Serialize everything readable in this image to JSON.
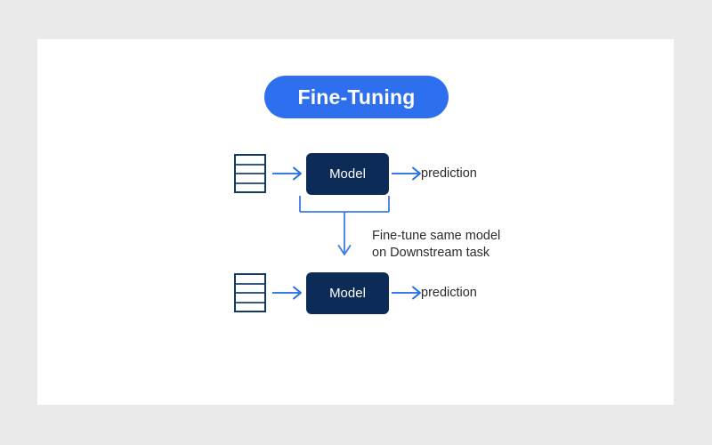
{
  "canvas": {
    "background_color": "#eaeaea",
    "card_color": "#ffffff"
  },
  "title": {
    "label": "Fine-Tuning",
    "pill_color": "#2d6fef",
    "text_color": "#ffffff"
  },
  "palette": {
    "arrow_blue": "#1a6ae8",
    "connector_blue": "#3d7ce8",
    "model_navy": "#0d2b57",
    "icon_border": "#123a63",
    "icon_rule": "#3a5a7d",
    "text_dark": "#2b2b2b"
  },
  "diagram": {
    "type": "flow",
    "rows": [
      {
        "id": "pretrain-row",
        "dataset_icon": "table-rows-icon",
        "dataset_rows": 4,
        "arrow_in": "arrow-right-icon",
        "model_label": "Model",
        "arrow_out": "arrow-right-icon",
        "output_label": "prediction"
      },
      {
        "id": "finetune-row",
        "dataset_icon": "table-rows-icon",
        "dataset_rows": 4,
        "arrow_in": "arrow-right-icon",
        "model_label": "Model",
        "arrow_out": "arrow-right-icon",
        "output_label": "prediction"
      }
    ],
    "connector": {
      "icon": "bracket-down-arrow-icon",
      "label_line_1": "Fine-tune same model",
      "label_line_2": "on Downstream task"
    }
  }
}
